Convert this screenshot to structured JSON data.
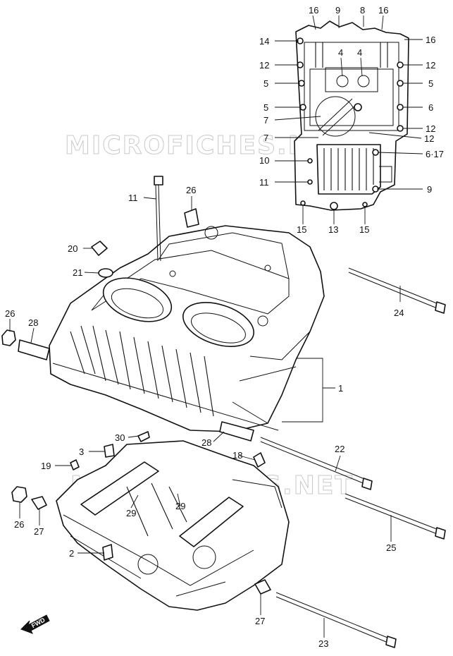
{
  "watermarks": [
    "MICROFICHES.NET",
    "MICROFICHES.NET"
  ],
  "fwd_label": "FWD",
  "callouts": {
    "c16a": "16",
    "c9a": "9",
    "c8": "8",
    "c16b": "16",
    "c14": "14",
    "c16c": "16",
    "c4a": "4",
    "c4b": "4",
    "c12a": "12",
    "c12b": "12",
    "c5a": "5",
    "c5b": "5",
    "c5c": "5",
    "c6": "6",
    "c7a": "7",
    "c12c": "12",
    "c7b": "7",
    "c12d": "12",
    "c617": "6·17",
    "c10": "10",
    "c11a": "11",
    "c9b": "9",
    "c15a": "15",
    "c13": "13",
    "c15b": "15",
    "c11b": "11",
    "c26a": "26",
    "c20": "20",
    "c21": "21",
    "c24": "24",
    "c26b": "26",
    "c28a": "28",
    "c1": "1",
    "c30": "30",
    "c28b": "28",
    "c22": "22",
    "c3": "3",
    "c18": "18",
    "c19": "19",
    "c29a": "29",
    "c29b": "29",
    "c26c": "26",
    "c27a": "27",
    "c25": "25",
    "c2": "2",
    "c27b": "27",
    "c23": "23"
  }
}
